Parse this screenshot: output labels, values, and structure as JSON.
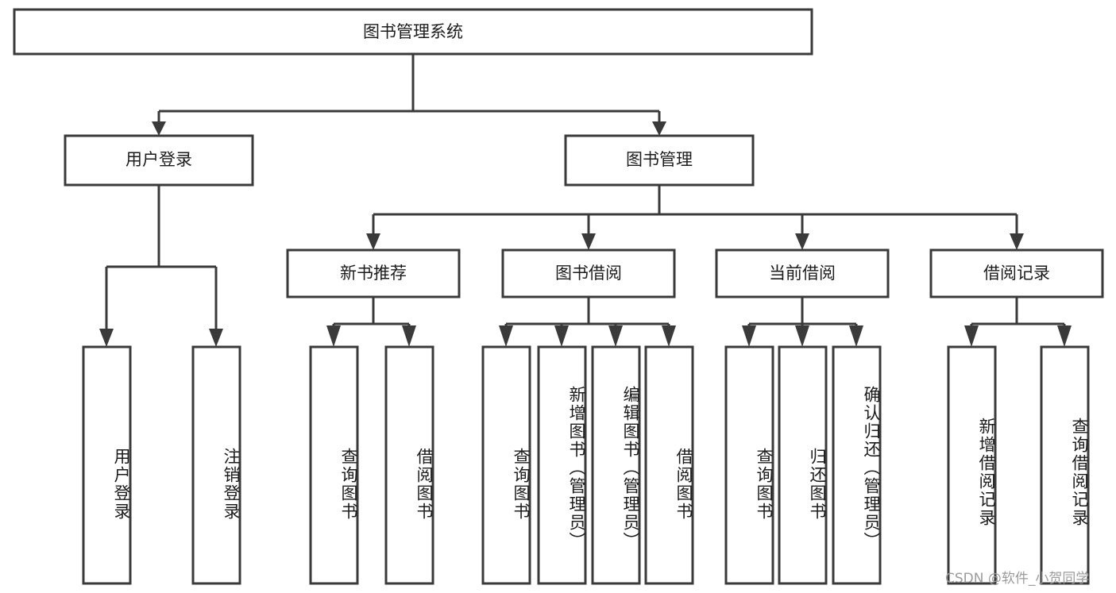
{
  "diagram": {
    "type": "tree",
    "title": "图书管理系统",
    "root": {
      "id": "root",
      "label": "图书管理系统"
    },
    "level2": [
      {
        "id": "user-login",
        "label": "用户登录"
      },
      {
        "id": "book-manage",
        "label": "图书管理"
      }
    ],
    "level3": [
      {
        "id": "new-book-recommend",
        "label": "新书推荐",
        "parent": "book-manage"
      },
      {
        "id": "book-borrow",
        "label": "图书借阅",
        "parent": "book-manage"
      },
      {
        "id": "current-borrow",
        "label": "当前借阅",
        "parent": "book-manage"
      },
      {
        "id": "borrow-record",
        "label": "借阅记录",
        "parent": "book-manage"
      }
    ],
    "leaves": [
      {
        "id": "leaf-user-login",
        "label": "用户登录",
        "parent": "user-login"
      },
      {
        "id": "leaf-user-logout",
        "label": "注销登录",
        "parent": "user-login"
      },
      {
        "id": "leaf-query-book-1",
        "label": "查询图书",
        "parent": "new-book-recommend"
      },
      {
        "id": "leaf-borrow-book-1",
        "label": "借阅图书",
        "parent": "new-book-recommend"
      },
      {
        "id": "leaf-query-book-2",
        "label": "查询图书",
        "parent": "book-borrow"
      },
      {
        "id": "leaf-add-book",
        "label": "新增图书（管理员）",
        "parent": "book-borrow"
      },
      {
        "id": "leaf-edit-book",
        "label": "编辑图书（管理员）",
        "parent": "book-borrow"
      },
      {
        "id": "leaf-borrow-book-2",
        "label": "借阅图书",
        "parent": "book-borrow"
      },
      {
        "id": "leaf-query-book-3",
        "label": "查询图书",
        "parent": "current-borrow"
      },
      {
        "id": "leaf-return-book",
        "label": "归还图书",
        "parent": "current-borrow"
      },
      {
        "id": "leaf-confirm-return",
        "label": "确认归还（管理员）",
        "parent": "current-borrow"
      },
      {
        "id": "leaf-add-record",
        "label": "新增借阅记录",
        "parent": "borrow-record"
      },
      {
        "id": "leaf-query-record",
        "label": "查询借阅记录",
        "parent": "borrow-record"
      }
    ]
  },
  "watermark": {
    "text": "CSDN @软件_小贺同学"
  },
  "colors": {
    "stroke": "#3a3a3a",
    "background": "#ffffff",
    "text": "#1c1c1c",
    "watermark": "#9b9b9b"
  }
}
